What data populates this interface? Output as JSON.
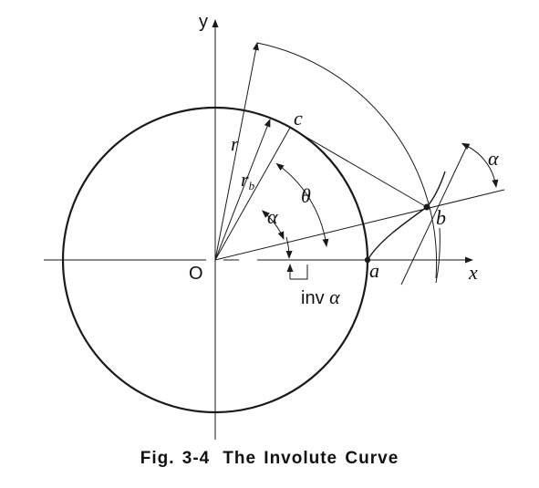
{
  "figure": {
    "number": "Fig. 3-4",
    "title": "The Involute Curve"
  },
  "axes": {
    "x_label": "x",
    "y_label": "y",
    "origin_label": "O"
  },
  "points": {
    "a": "a",
    "b": "b",
    "c": "c"
  },
  "symbols": {
    "r": "r",
    "r_b_main": "r",
    "r_b_sub": "b",
    "theta": "θ",
    "alpha_inner": "α",
    "alpha_outer": "α",
    "inv_text": "inv ",
    "inv_alpha": "α"
  },
  "colors": {
    "line": "#1a1a1a",
    "text": "#111111",
    "background": "#ffffff"
  }
}
